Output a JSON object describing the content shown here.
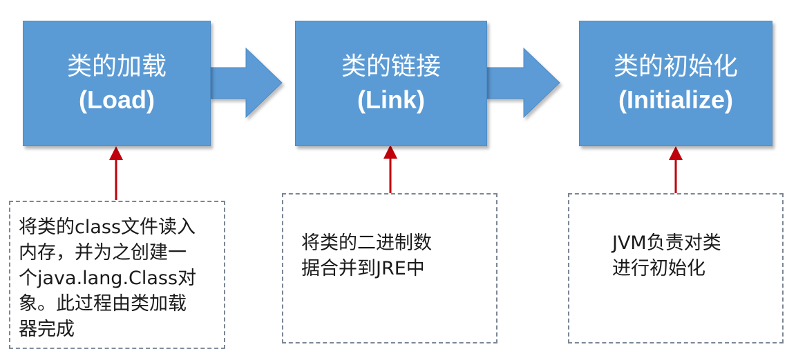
{
  "stages": [
    {
      "title": "类的加载",
      "subtitle": "(Load)"
    },
    {
      "title": "类的链接",
      "subtitle": "(Link)"
    },
    {
      "title": "类的初始化",
      "subtitle": "(Initialize)"
    }
  ],
  "descriptions": [
    {
      "lines": [
        "将类的class文件读入",
        "内存，并为之创建一",
        "个java.lang.Class对",
        "象。此过程由类加载",
        "器完成"
      ]
    },
    {
      "lines": [
        "将类的二进制数",
        "据合并到JRE中"
      ]
    },
    {
      "lines": [
        "JVM负责对类",
        "进行初始化"
      ]
    }
  ],
  "colors": {
    "box_fill": "#5b9bd5",
    "arrow_fill": "#5b9bd5",
    "pointer_arrow": "#c0000a",
    "dashed_border": "#7a8696"
  }
}
